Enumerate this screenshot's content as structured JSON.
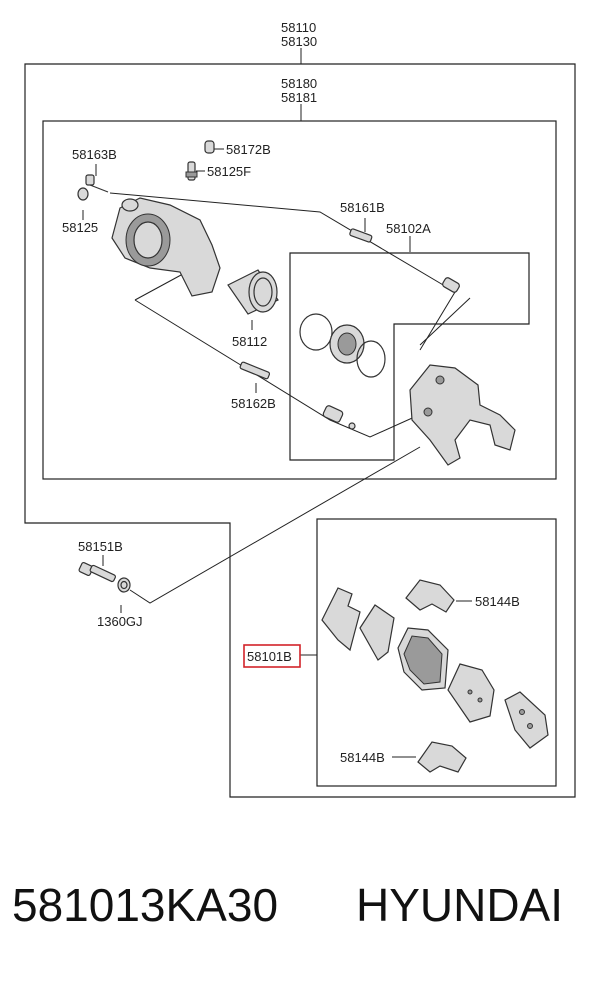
{
  "labels": {
    "l58110": "58110",
    "l58130": "58130",
    "l58180": "58180",
    "l58181": "58181",
    "l58163B": "58163B",
    "l58172B": "58172B",
    "l58125F": "58125F",
    "l58125": "58125",
    "l58161B": "58161B",
    "l58102A": "58102A",
    "l58112": "58112",
    "l58162B": "58162B",
    "l58151B": "58151B",
    "l1360GJ": "1360GJ",
    "l58144B_top": "58144B",
    "l58101B": "58101B",
    "l58144B_bottom": "58144B"
  },
  "highlight_color": "#d2232a",
  "caption": {
    "part_number": "581013KA30",
    "brand": "HYUNDAI"
  }
}
